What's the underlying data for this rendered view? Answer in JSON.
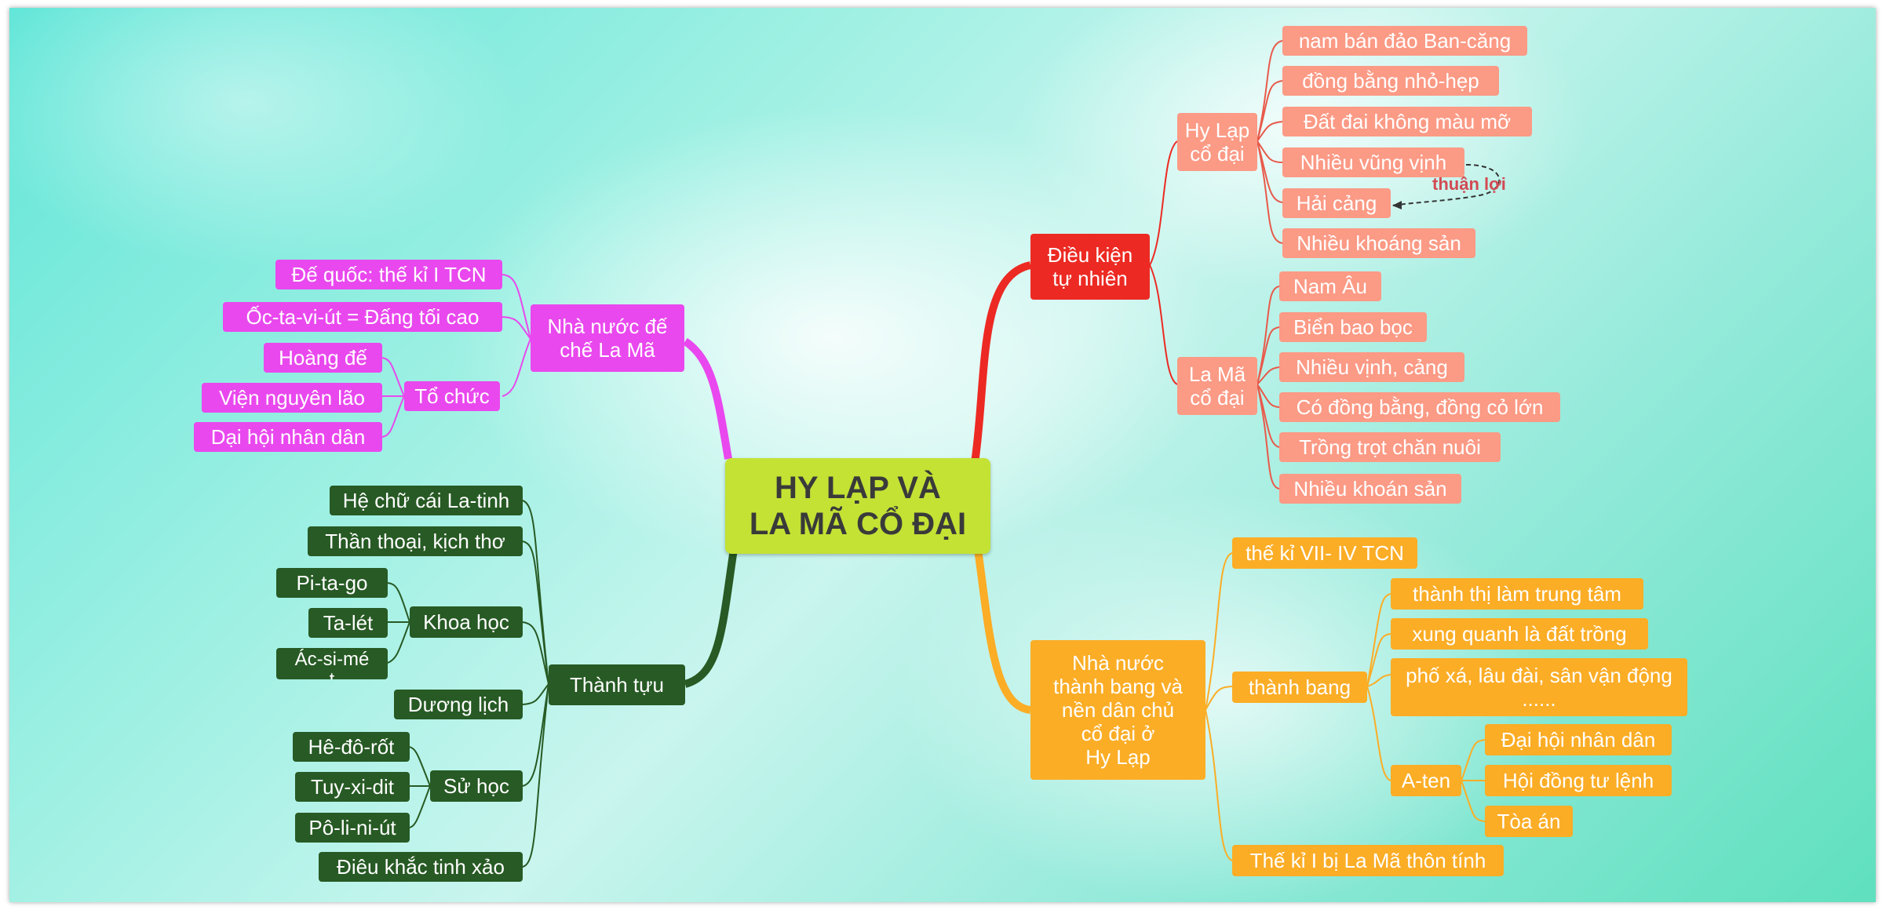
{
  "colors": {
    "center": "#c3e234",
    "red_branch": "#ec2a23",
    "salmon_leaf": "#fb9a85",
    "orange_branch": "#fbad26",
    "magenta_branch": "#e948ee",
    "green_branch": "#275a24",
    "annotation": "#d24a53"
  },
  "mindmap": {
    "center": "HY LẠP VÀ\nLA MÃ CỔ ĐẠI",
    "natural": {
      "label": "Điều kiện\ntự nhiên",
      "greece": {
        "label": "Hy Lạp\ncổ đại",
        "items": [
          "nam bán đảo Ban-căng",
          "đồng bằng nhỏ-hẹp",
          "Đất đai không màu mỡ",
          "Nhiều vũng vịnh",
          "Hải cảng",
          "Nhiều khoáng sản"
        ],
        "relation": "thuận lợi"
      },
      "rome": {
        "label": "La Mã\ncổ đại",
        "items": [
          "Nam Âu",
          "Biển bao bọc",
          "Nhiều vịnh, cảng",
          "Có đồng bằng, đồng cỏ lớn",
          "Trồng trọt chăn nuôi",
          "Nhiều khoán sản"
        ]
      }
    },
    "citystate": {
      "label": "Nhà nước\nthành bang và\nnền dân chủ\ncổ đại ở\nHy Lạp",
      "period": "thế kỉ VII- IV TCN",
      "thanhbang": {
        "label": "thành bang",
        "items": [
          "thành thị làm trung tâm",
          "xung quanh là đất trồng",
          "phố xá, lâu đài, sân vận động\n......"
        ],
        "aten": {
          "label": "A-ten",
          "items": [
            "Đại hội nhân dân",
            "Hội đồng tư lệnh",
            "Tòa án"
          ]
        }
      },
      "end": "Thế kỉ I bị La Mã thôn tính"
    },
    "empire": {
      "label": "Nhà nước đế\nchế La Mã",
      "items": [
        "Đế quốc: thế kỉ I TCN",
        "Ốc-ta-vi-út = Đấng tối cao"
      ],
      "org": {
        "label": "Tổ chức",
        "items": [
          "Hoàng đế",
          "Viện nguyên lão",
          "Dại hội nhân dân"
        ]
      }
    },
    "achievements": {
      "label": "Thành tựu",
      "items": [
        "Hệ chữ cái La-tinh",
        "Thần thoại, kịch thơ"
      ],
      "science": {
        "label": "Khoa học",
        "items": [
          "Pi-ta-go",
          "Ta-lét",
          "Ác-si-mé\nt"
        ]
      },
      "calendar": "Dương lịch",
      "history": {
        "label": "Sử học",
        "items": [
          "Hê-đô-rốt",
          "Tuy-xi-dit",
          "Pô-li-ni-út"
        ]
      },
      "sculpture": "Điêu khắc tinh xảo"
    }
  }
}
